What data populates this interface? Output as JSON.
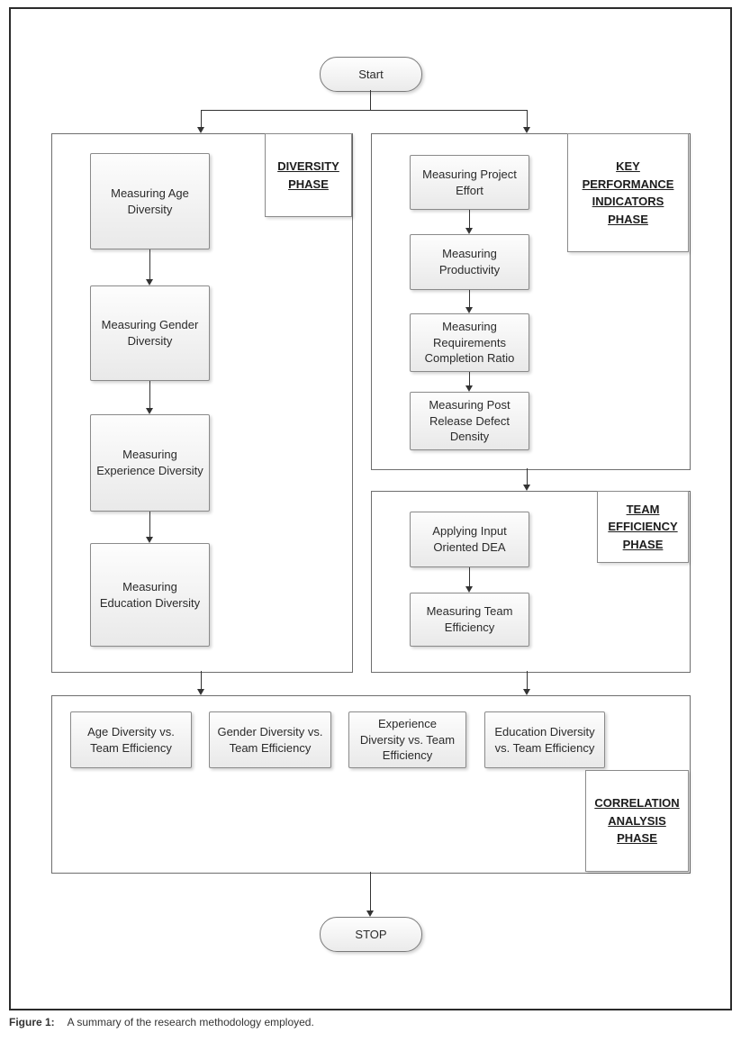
{
  "terminals": {
    "start": "Start",
    "stop": "STOP"
  },
  "phase_labels": {
    "diversity": "DIVERSITY PHASE",
    "kpi": "KEY PERFORMANCE INDICATORS PHASE",
    "team_efficiency": "TEAM EFFICIENCY PHASE",
    "correlation": "CORRELATION ANALYSIS PHASE"
  },
  "diversity_steps": [
    "Measuring Age Diversity",
    "Measuring Gender Diversity",
    "Measuring Experience Diversity",
    "Measuring Education Diversity"
  ],
  "kpi_steps": [
    "Measuring Project Effort",
    "Measuring Productivity",
    "Measuring Requirements Completion Ratio",
    "Measuring Post Release Defect Density"
  ],
  "team_efficiency_steps": [
    "Applying Input Oriented DEA",
    "Measuring Team Efficiency"
  ],
  "correlation_steps": [
    "Age Diversity vs. Team Efficiency",
    "Gender Diversity vs. Team Efficiency",
    "Experience Diversity vs. Team Efficiency",
    "Education Diversity vs. Team Efficiency"
  ],
  "caption": {
    "label": "Figure 1:",
    "text": "A summary of the research methodology employed."
  },
  "colors": {
    "line": "#333333",
    "box_border": "#8a8a8a"
  }
}
